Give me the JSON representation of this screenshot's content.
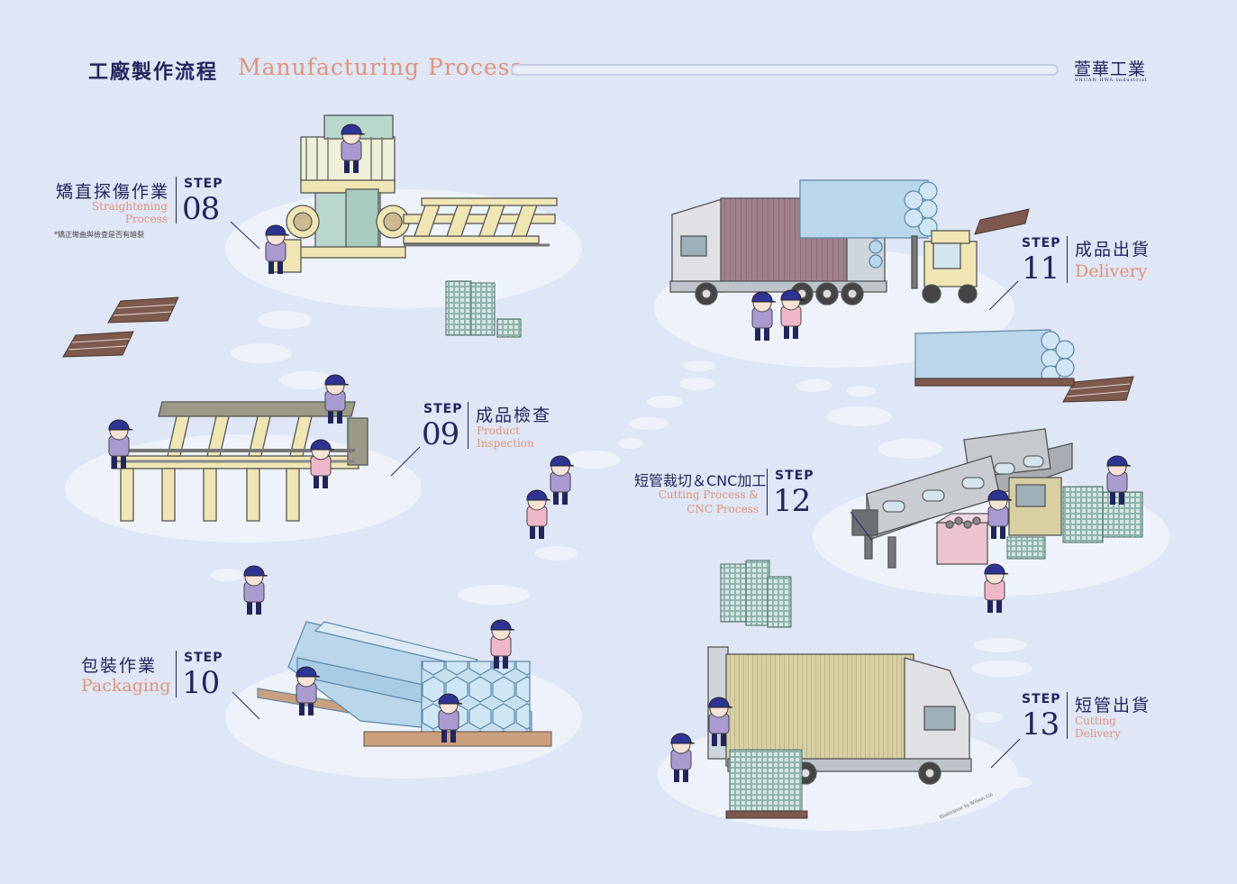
{
  "header": {
    "title_zh": "工廠製作流程",
    "title_en": "Manufacturing Process",
    "brand_name": "萱華工業",
    "brand_sub": "SHUAN HWA Industrial"
  },
  "steps": [
    {
      "step_word": "STEP",
      "number": "08",
      "title_zh": "矯直探傷作業",
      "title_en_1": "Straightening",
      "title_en_2": "Process",
      "note": "*矯正彎曲與檢查是否有暗裂"
    },
    {
      "step_word": "STEP",
      "number": "09",
      "title_zh": "成品檢查",
      "title_en_1": "Product",
      "title_en_2": "Inspection"
    },
    {
      "step_word": "STEP",
      "number": "10",
      "title_zh": "包裝作業",
      "title_en_1": "Packaging"
    },
    {
      "step_word": "STEP",
      "number": "11",
      "title_zh": "成品出貨",
      "title_en_1": "Delivery"
    },
    {
      "step_word": "STEP",
      "number": "12",
      "title_zh": "短管裁切＆CNC加工",
      "title_en_1": "Cutting Process &",
      "title_en_2": "CNC Process"
    },
    {
      "step_word": "STEP",
      "number": "13",
      "title_zh": "短管出貨",
      "title_en_1": "Cutting",
      "title_en_2": "Delivery"
    }
  ],
  "credit": "Illustration by Wilson Lin",
  "colors": {
    "background": "#dfe6f5",
    "platform": "#eef3fb",
    "ink": "#23235e",
    "accent": "#e0947c",
    "worker_cap": "#2e3494",
    "worker_shirt": "#a99bd0",
    "pink_shirt": "#f0b7c9",
    "machine_green": "#b9d7cd",
    "machine_yellow": "#efe6b3",
    "pipe_blue": "#b9d6ea",
    "crate_teal": "#8fb5ae",
    "container_mauve": "#a1808e",
    "container_tan": "#d8cfa3",
    "pallet_brown": "#7d5a4d"
  }
}
